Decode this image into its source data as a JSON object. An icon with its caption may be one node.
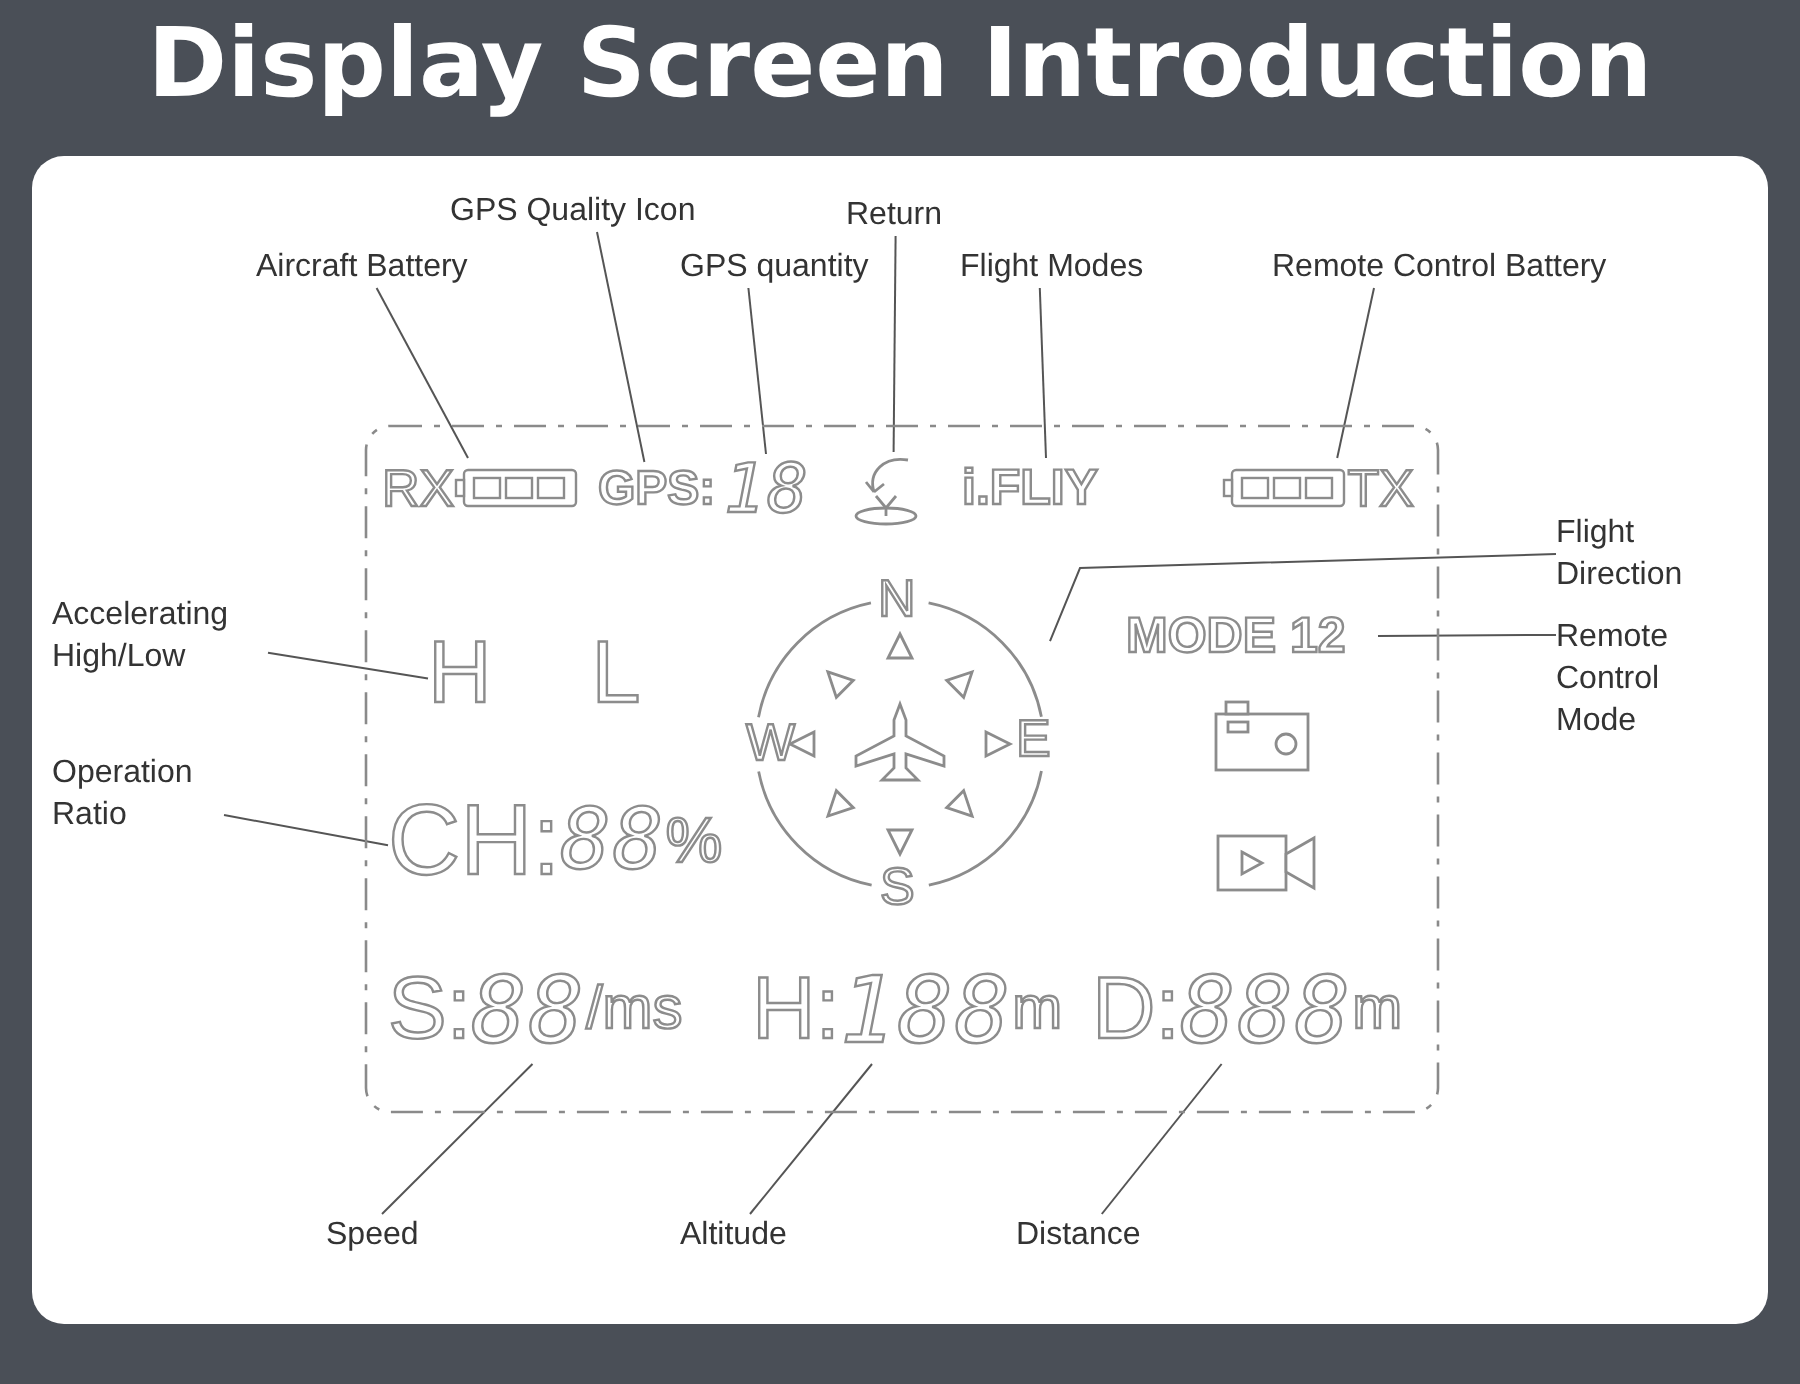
{
  "diagram": {
    "title": "Display Screen Introduction",
    "nodes": [
      {
        "text": [],
        "shape": "box"
      },
      {
        "text": [
          "Aircraft Battery"
        ]
      },
      {
        "text": [
          "GPS Quality Icon"
        ]
      },
      {
        "text": [
          "GPS quantity"
        ]
      },
      {
        "text": [
          "Return"
        ]
      },
      {
        "text": [
          "Flight Modes"
        ]
      },
      {
        "text": [
          "Remote Control Battery"
        ]
      },
      {
        "text": [
          "Flight Direction"
        ]
      },
      {
        "text": [
          "Remote Control Mode"
        ]
      },
      {
        "text": [
          "Accelerating High/Low"
        ]
      },
      {
        "text": [
          "Operation Ratio"
        ]
      },
      {
        "text": [
          "Speed"
        ]
      },
      {
        "text": [
          "Altitude"
        ]
      },
      {
        "text": [
          "Distance"
        ]
      },
      {
        "text": [
          "RX"
        ],
        "in": 0
      },
      {
        "text": [
          "GPS:"
        ],
        "in": 0
      },
      {
        "text": [
          "18"
        ],
        "in": 0
      },
      {
        "text": [],
        "shape": "picture",
        "in": 0
      },
      {
        "text": [
          "i.FLIY"
        ],
        "in": 0
      },
      {
        "text": [
          "TX"
        ],
        "in": 0
      },
      {
        "text": [
          "N",
          "W",
          "E",
          "S"
        ],
        "in": 0
      },
      {
        "text": [
          "MODE 12"
        ],
        "in": 0
      },
      {
        "text": [
          "H",
          "L"
        ],
        "in": 0
      },
      {
        "text": [
          "CH:",
          "88",
          "%"
        ],
        "in": 0
      },
      {
        "text": [
          "S:",
          "88",
          "/ms"
        ],
        "in": 0
      },
      {
        "text": [
          "H:",
          "188",
          "m"
        ],
        "in": 0
      },
      {
        "text": [
          "D:",
          "888",
          "m"
        ],
        "in": 0
      }
    ],
    "edges": [
      {
        "from": 1,
        "to": 14,
        "arrow": "none"
      },
      {
        "from": 2,
        "to": 15,
        "arrow": "none"
      },
      {
        "from": 3,
        "to": 16,
        "arrow": "none"
      },
      {
        "from": 4,
        "to": 17,
        "arrow": "none"
      },
      {
        "from": 5,
        "to": 18,
        "arrow": "none"
      },
      {
        "from": 6,
        "to": 19,
        "arrow": "none"
      },
      {
        "from": 7,
        "to": 20,
        "arrow": "none"
      },
      {
        "from": 8,
        "to": 21,
        "arrow": "none"
      },
      {
        "from": 9,
        "to": 22,
        "arrow": "none"
      },
      {
        "from": 10,
        "to": 23,
        "arrow": "none"
      },
      {
        "from": 11,
        "to": 24,
        "arrow": "none"
      },
      {
        "from": 12,
        "to": 25,
        "arrow": "none"
      },
      {
        "from": 13,
        "to": 26,
        "arrow": "none"
      }
    ]
  }
}
